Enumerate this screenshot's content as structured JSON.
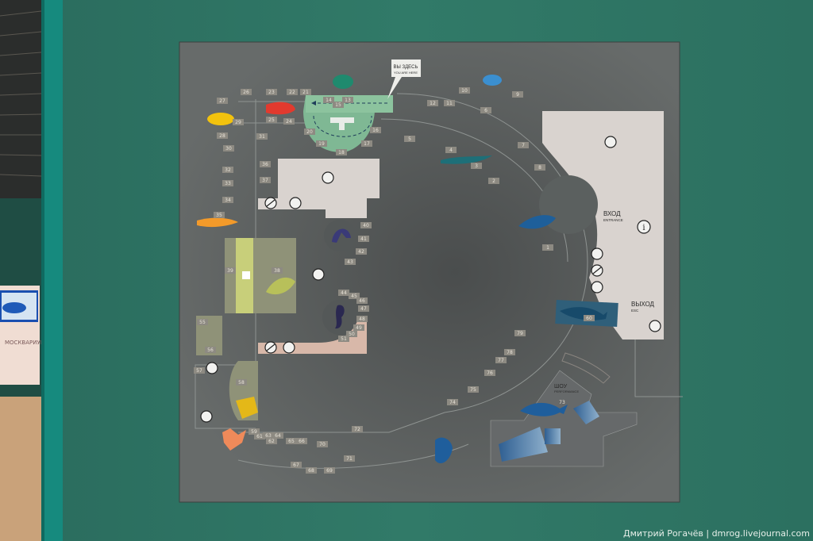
{
  "map": {
    "you_are_here_ru": "ВЫ ЗДЕСЬ",
    "you_are_here_en": "YOU ARE HERE",
    "entrance_ru": "ВХОД",
    "entrance_en": "ENTRANCE",
    "exit_ru": "ВЫХОД",
    "exit_en": "ESC",
    "show_ru": "ШОУ",
    "show_en": "PERFORMANCE",
    "show_number": "73",
    "info_icon_text": "i",
    "exhibits": [
      "1",
      "2",
      "3",
      "4",
      "5",
      "6",
      "7",
      "8",
      "9",
      "10",
      "11",
      "12",
      "13",
      "14",
      "15",
      "16",
      "17",
      "18",
      "19",
      "20",
      "21",
      "22",
      "23",
      "24",
      "25",
      "26",
      "27",
      "28",
      "29",
      "30",
      "31",
      "32",
      "33",
      "34",
      "35",
      "36",
      "37",
      "38",
      "39",
      "40",
      "41",
      "42",
      "43",
      "44",
      "45",
      "46",
      "47",
      "48",
      "49",
      "50",
      "51",
      "55",
      "56",
      "57",
      "58",
      "59",
      "61",
      "62",
      "63",
      "64",
      "65",
      "66",
      "67",
      "68",
      "69",
      "70",
      "71",
      "72",
      "74",
      "75",
      "76",
      "77",
      "78",
      "79",
      "60"
    ]
  },
  "kiosk": {
    "brand": "МОСКВАРИУМ"
  },
  "credit": "Дмитрий Рогачёв | dmrog.livejournal.com",
  "colors": {
    "wall": "#2f7565",
    "board": "#5b605f",
    "green_zone": "#7fb894",
    "light_zone": "#d9d3cf",
    "pink_zone": "#d8b8a9",
    "olive_zone": "#8f9278"
  }
}
